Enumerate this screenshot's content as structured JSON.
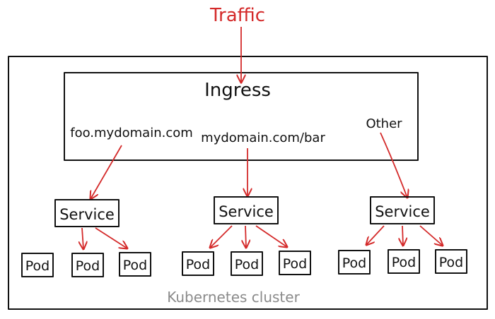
{
  "traffic_label": "Traffic",
  "ingress": {
    "title": "Ingress",
    "routes": [
      "foo.mydomain.com",
      "mydomain.com/bar",
      "Other"
    ]
  },
  "services": [
    {
      "label": "Service",
      "pods": [
        "Pod",
        "Pod",
        "Pod"
      ]
    },
    {
      "label": "Service",
      "pods": [
        "Pod",
        "Pod",
        "Pod"
      ]
    },
    {
      "label": "Service",
      "pods": [
        "Pod",
        "Pod",
        "Pod"
      ]
    }
  ],
  "cluster_label": "Kubernetes cluster",
  "colors": {
    "arrow": "#d42a2a",
    "ink": "#111111",
    "muted": "#8a8a8a",
    "traffic": "#d42a2a"
  }
}
